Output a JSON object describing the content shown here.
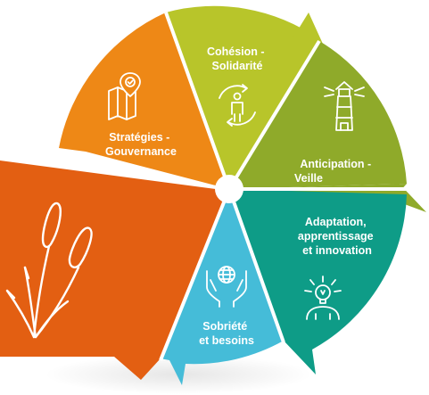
{
  "diagram": {
    "segments": [
      {
        "id": "strategies",
        "lines": [
          "Stratégies -",
          "Gouvernance"
        ],
        "color": "#EE8816",
        "icon": "map-pin-icon"
      },
      {
        "id": "cohesion",
        "lines": [
          "Cohésion -",
          "Solidarité"
        ],
        "color": "#B8C52A",
        "icon": "person-cycle-icon"
      },
      {
        "id": "anticipation",
        "lines": [
          "Anticipation -",
          "Veille"
        ],
        "color": "#8FAA2A",
        "icon": "lighthouse-icon"
      },
      {
        "id": "adaptation",
        "lines": [
          "Adaptation,",
          "apprentissage",
          "et innovation"
        ],
        "color": "#0E9C87",
        "icon": "idea-person-icon"
      },
      {
        "id": "sobriete",
        "lines": [
          "Sobriété",
          "et besoins"
        ],
        "color": "#45BCD8",
        "icon": "hands-globe-icon"
      }
    ],
    "pointer": {
      "color": "#E35F12",
      "icon": "reeds-icon"
    },
    "hub_color": "#ffffff"
  }
}
